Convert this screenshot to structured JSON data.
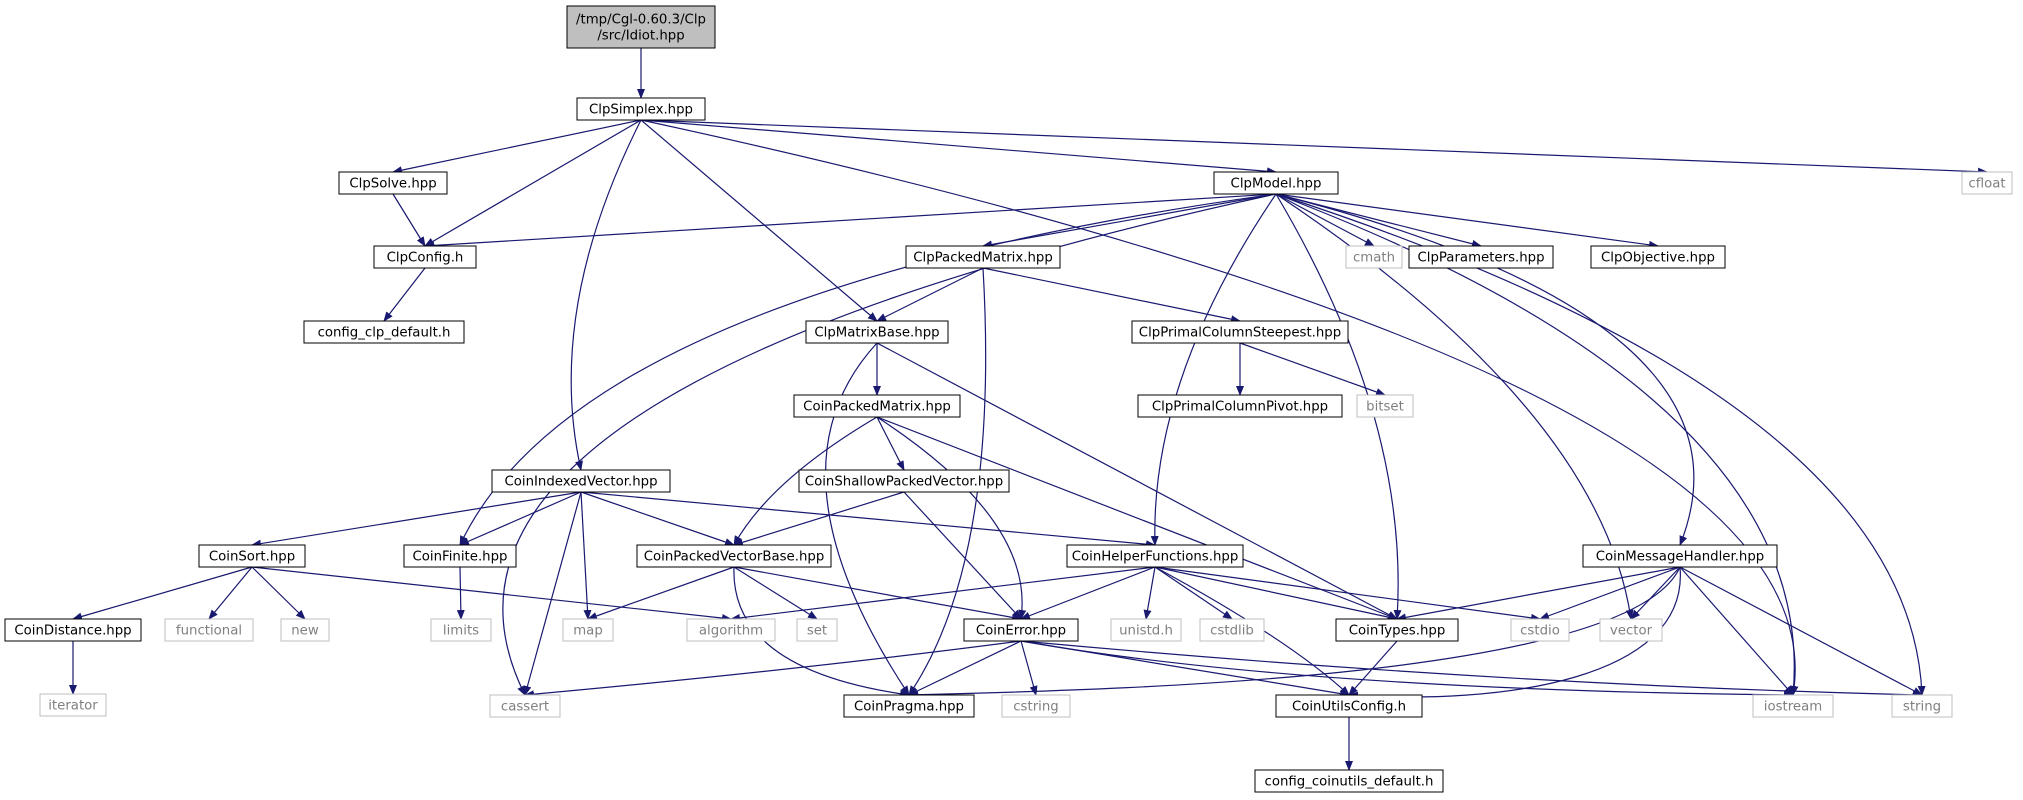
{
  "title": "/tmp/Cgl-0.60.3/Clp/src/Idiot.hpp",
  "colors": {
    "edge": "#191970",
    "root_fill": "#bfbfbf",
    "file_border": "#000000",
    "system_border": "#bfbfbf",
    "system_text": "#808080",
    "file_text": "#000000"
  },
  "nodes": [
    {
      "id": "root",
      "lines": [
        "/tmp/Cgl-0.60.3/Clp",
        "/src/Idiot.hpp"
      ],
      "kind": "root"
    },
    {
      "id": "ClpSimplex",
      "lines": [
        "ClpSimplex.hpp"
      ],
      "kind": "file"
    },
    {
      "id": "ClpSolve",
      "lines": [
        "ClpSolve.hpp"
      ],
      "kind": "file"
    },
    {
      "id": "ClpConfig",
      "lines": [
        "ClpConfig.h"
      ],
      "kind": "file"
    },
    {
      "id": "config_clp_default",
      "lines": [
        "config_clp_default.h"
      ],
      "kind": "file"
    },
    {
      "id": "ClpModel",
      "lines": [
        "ClpModel.hpp"
      ],
      "kind": "file"
    },
    {
      "id": "cfloat",
      "lines": [
        "cfloat"
      ],
      "kind": "system"
    },
    {
      "id": "ClpPackedMatrix",
      "lines": [
        "ClpPackedMatrix.hpp"
      ],
      "kind": "file"
    },
    {
      "id": "cmath",
      "lines": [
        "cmath"
      ],
      "kind": "system"
    },
    {
      "id": "ClpParameters",
      "lines": [
        "ClpParameters.hpp"
      ],
      "kind": "file"
    },
    {
      "id": "ClpObjective",
      "lines": [
        "ClpObjective.hpp"
      ],
      "kind": "file"
    },
    {
      "id": "ClpMatrixBase",
      "lines": [
        "ClpMatrixBase.hpp"
      ],
      "kind": "file"
    },
    {
      "id": "ClpPrimalColumnSteepest",
      "lines": [
        "ClpPrimalColumnSteepest.hpp"
      ],
      "kind": "file"
    },
    {
      "id": "ClpPrimalColumnPivot",
      "lines": [
        "ClpPrimalColumnPivot.hpp"
      ],
      "kind": "file"
    },
    {
      "id": "bitset",
      "lines": [
        "bitset"
      ],
      "kind": "system"
    },
    {
      "id": "CoinPackedMatrix",
      "lines": [
        "CoinPackedMatrix.hpp"
      ],
      "kind": "file"
    },
    {
      "id": "CoinShallowPackedVector",
      "lines": [
        "CoinShallowPackedVector.hpp"
      ],
      "kind": "file"
    },
    {
      "id": "CoinIndexedVector",
      "lines": [
        "CoinIndexedVector.hpp"
      ],
      "kind": "file"
    },
    {
      "id": "CoinSort",
      "lines": [
        "CoinSort.hpp"
      ],
      "kind": "file"
    },
    {
      "id": "CoinFinite",
      "lines": [
        "CoinFinite.hpp"
      ],
      "kind": "file"
    },
    {
      "id": "CoinPackedVectorBase",
      "lines": [
        "CoinPackedVectorBase.hpp"
      ],
      "kind": "file"
    },
    {
      "id": "CoinHelperFunctions",
      "lines": [
        "CoinHelperFunctions.hpp"
      ],
      "kind": "file"
    },
    {
      "id": "CoinMessageHandler",
      "lines": [
        "CoinMessageHandler.hpp"
      ],
      "kind": "file"
    },
    {
      "id": "CoinDistance",
      "lines": [
        "CoinDistance.hpp"
      ],
      "kind": "file"
    },
    {
      "id": "functional",
      "lines": [
        "functional"
      ],
      "kind": "system"
    },
    {
      "id": "new",
      "lines": [
        "new"
      ],
      "kind": "system"
    },
    {
      "id": "limits",
      "lines": [
        "limits"
      ],
      "kind": "system"
    },
    {
      "id": "map",
      "lines": [
        "map"
      ],
      "kind": "system"
    },
    {
      "id": "algorithm",
      "lines": [
        "algorithm"
      ],
      "kind": "system"
    },
    {
      "id": "set",
      "lines": [
        "set"
      ],
      "kind": "system"
    },
    {
      "id": "CoinError",
      "lines": [
        "CoinError.hpp"
      ],
      "kind": "file"
    },
    {
      "id": "unistd",
      "lines": [
        "unistd.h"
      ],
      "kind": "system"
    },
    {
      "id": "cstdlib",
      "lines": [
        "cstdlib"
      ],
      "kind": "system"
    },
    {
      "id": "CoinTypes",
      "lines": [
        "CoinTypes.hpp"
      ],
      "kind": "file"
    },
    {
      "id": "cstdio",
      "lines": [
        "cstdio"
      ],
      "kind": "system"
    },
    {
      "id": "vector",
      "lines": [
        "vector"
      ],
      "kind": "system"
    },
    {
      "id": "iterator",
      "lines": [
        "iterator"
      ],
      "kind": "system"
    },
    {
      "id": "cassert",
      "lines": [
        "cassert"
      ],
      "kind": "system"
    },
    {
      "id": "CoinPragma",
      "lines": [
        "CoinPragma.hpp"
      ],
      "kind": "file"
    },
    {
      "id": "cstring",
      "lines": [
        "cstring"
      ],
      "kind": "system"
    },
    {
      "id": "CoinUtilsConfig",
      "lines": [
        "CoinUtilsConfig.h"
      ],
      "kind": "file"
    },
    {
      "id": "iostream",
      "lines": [
        "iostream"
      ],
      "kind": "system"
    },
    {
      "id": "string",
      "lines": [
        "string"
      ],
      "kind": "system"
    },
    {
      "id": "config_coinutils_default",
      "lines": [
        "config_coinutils_default.h"
      ],
      "kind": "file"
    }
  ],
  "edges": [
    [
      "root",
      "ClpSimplex"
    ],
    [
      "ClpSimplex",
      "ClpSolve"
    ],
    [
      "ClpSimplex",
      "ClpConfig"
    ],
    [
      "ClpSimplex",
      "ClpModel"
    ],
    [
      "ClpSimplex",
      "cfloat"
    ],
    [
      "ClpSimplex",
      "ClpMatrixBase"
    ],
    [
      "ClpSimplex",
      "CoinIndexedVector"
    ],
    [
      "ClpSimplex",
      "iostream"
    ],
    [
      "ClpSolve",
      "ClpConfig"
    ],
    [
      "ClpConfig",
      "config_clp_default"
    ],
    [
      "ClpModel",
      "ClpConfig"
    ],
    [
      "ClpModel",
      "ClpPackedMatrix"
    ],
    [
      "ClpModel",
      "cmath"
    ],
    [
      "ClpModel",
      "ClpParameters"
    ],
    [
      "ClpModel",
      "ClpObjective"
    ],
    [
      "ClpModel",
      "CoinMessageHandler"
    ],
    [
      "ClpModel",
      "CoinHelperFunctions"
    ],
    [
      "ClpModel",
      "CoinTypes"
    ],
    [
      "ClpModel",
      "CoinFinite"
    ],
    [
      "ClpModel",
      "cassert"
    ],
    [
      "ClpModel",
      "vector"
    ],
    [
      "ClpModel",
      "iostream"
    ],
    [
      "ClpModel",
      "string"
    ],
    [
      "ClpPackedMatrix",
      "ClpMatrixBase"
    ],
    [
      "ClpPackedMatrix",
      "ClpPrimalColumnSteepest"
    ],
    [
      "ClpPackedMatrix",
      "CoinPragma"
    ],
    [
      "ClpPrimalColumnSteepest",
      "ClpPrimalColumnPivot"
    ],
    [
      "ClpPrimalColumnSteepest",
      "bitset"
    ],
    [
      "ClpMatrixBase",
      "CoinPackedMatrix"
    ],
    [
      "ClpMatrixBase",
      "CoinTypes"
    ],
    [
      "ClpMatrixBase",
      "CoinPragma"
    ],
    [
      "CoinPackedMatrix",
      "CoinShallowPackedVector"
    ],
    [
      "CoinPackedMatrix",
      "CoinPackedVectorBase"
    ],
    [
      "CoinPackedMatrix",
      "CoinError"
    ],
    [
      "CoinPackedMatrix",
      "CoinTypes"
    ],
    [
      "CoinShallowPackedVector",
      "CoinPackedVectorBase"
    ],
    [
      "CoinShallowPackedVector",
      "CoinError"
    ],
    [
      "CoinIndexedVector",
      "CoinSort"
    ],
    [
      "CoinIndexedVector",
      "CoinFinite"
    ],
    [
      "CoinIndexedVector",
      "CoinPackedVectorBase"
    ],
    [
      "CoinIndexedVector",
      "CoinHelperFunctions"
    ],
    [
      "CoinIndexedVector",
      "map"
    ],
    [
      "CoinIndexedVector",
      "cassert"
    ],
    [
      "CoinSort",
      "CoinDistance"
    ],
    [
      "CoinSort",
      "functional"
    ],
    [
      "CoinSort",
      "new"
    ],
    [
      "CoinSort",
      "algorithm"
    ],
    [
      "CoinDistance",
      "iterator"
    ],
    [
      "CoinFinite",
      "limits"
    ],
    [
      "CoinPackedVectorBase",
      "map"
    ],
    [
      "CoinPackedVectorBase",
      "set"
    ],
    [
      "CoinPackedVectorBase",
      "CoinError"
    ],
    [
      "CoinPackedVectorBase",
      "CoinPragma"
    ],
    [
      "CoinHelperFunctions",
      "algorithm"
    ],
    [
      "CoinHelperFunctions",
      "CoinError"
    ],
    [
      "CoinHelperFunctions",
      "unistd"
    ],
    [
      "CoinHelperFunctions",
      "cstdlib"
    ],
    [
      "CoinHelperFunctions",
      "CoinTypes"
    ],
    [
      "CoinHelperFunctions",
      "cstdio"
    ],
    [
      "CoinHelperFunctions",
      "CoinUtilsConfig"
    ],
    [
      "CoinMessageHandler",
      "CoinTypes"
    ],
    [
      "CoinMessageHandler",
      "cstdio"
    ],
    [
      "CoinMessageHandler",
      "vector"
    ],
    [
      "CoinMessageHandler",
      "CoinPragma"
    ],
    [
      "CoinMessageHandler",
      "CoinUtilsConfig"
    ],
    [
      "CoinMessageHandler",
      "iostream"
    ],
    [
      "CoinMessageHandler",
      "string"
    ],
    [
      "CoinError",
      "cassert"
    ],
    [
      "CoinError",
      "CoinPragma"
    ],
    [
      "CoinError",
      "cstring"
    ],
    [
      "CoinError",
      "CoinUtilsConfig"
    ],
    [
      "CoinError",
      "iostream"
    ],
    [
      "CoinError",
      "string"
    ],
    [
      "CoinTypes",
      "CoinUtilsConfig"
    ],
    [
      "CoinUtilsConfig",
      "config_coinutils_default"
    ]
  ]
}
